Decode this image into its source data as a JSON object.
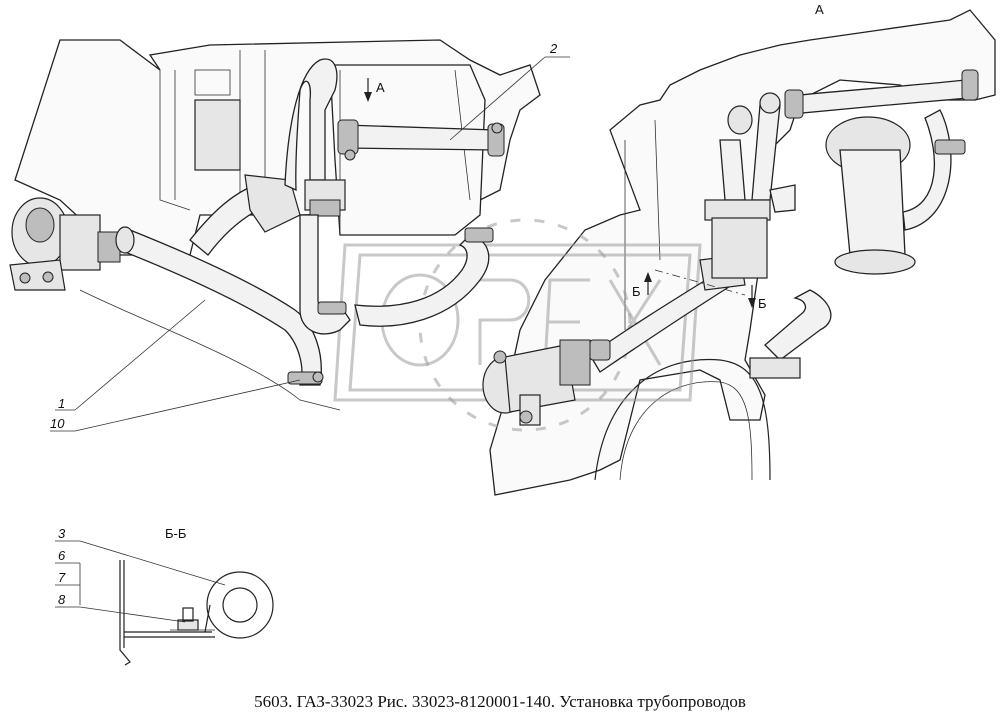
{
  "drawing": {
    "view_label": "А",
    "arrow_label_a": "А",
    "section_mark_left": "Б",
    "section_mark_right": "Б",
    "section_title": "Б-Б",
    "watermark": "OPEX"
  },
  "callouts": [
    {
      "id": "c1",
      "text": "1"
    },
    {
      "id": "c2",
      "text": "2"
    },
    {
      "id": "c3",
      "text": "3"
    },
    {
      "id": "c6",
      "text": "6"
    },
    {
      "id": "c7",
      "text": "7"
    },
    {
      "id": "c8",
      "text": "8"
    },
    {
      "id": "c10",
      "text": "10"
    }
  ],
  "caption": "5603. ГАЗ-33023 Рис. 33023-8120001-140. Установка трубопроводов"
}
